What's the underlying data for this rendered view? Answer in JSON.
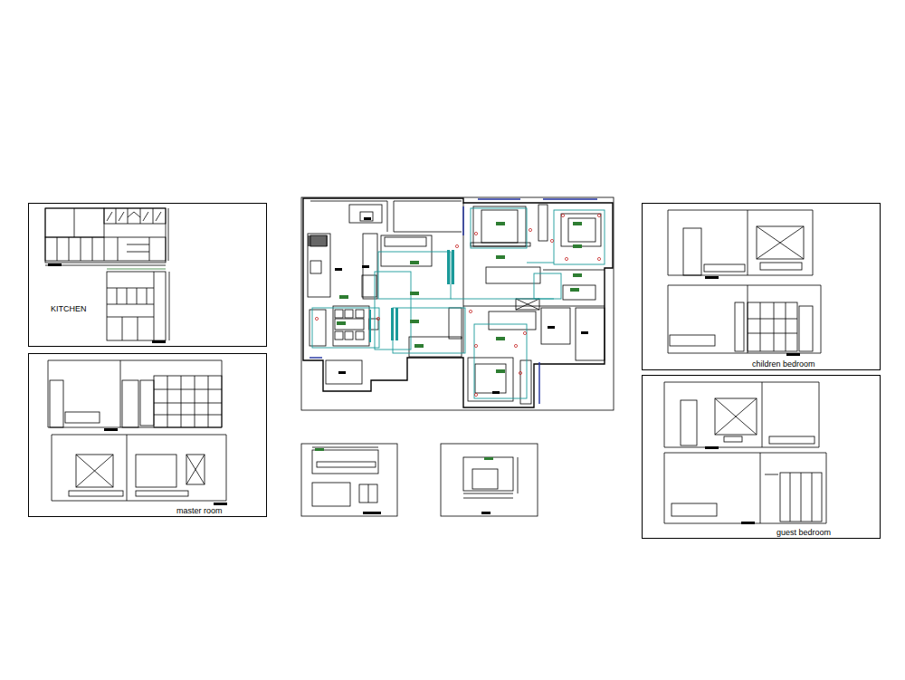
{
  "diagram": {
    "nodes": [
      {
        "text": [
          "KITCHEN"
        ]
      },
      {
        "text": [
          "master room"
        ]
      },
      {
        "text": [
          "children bedroom"
        ]
      },
      {
        "text": [
          "guest bedroom"
        ]
      }
    ]
  }
}
